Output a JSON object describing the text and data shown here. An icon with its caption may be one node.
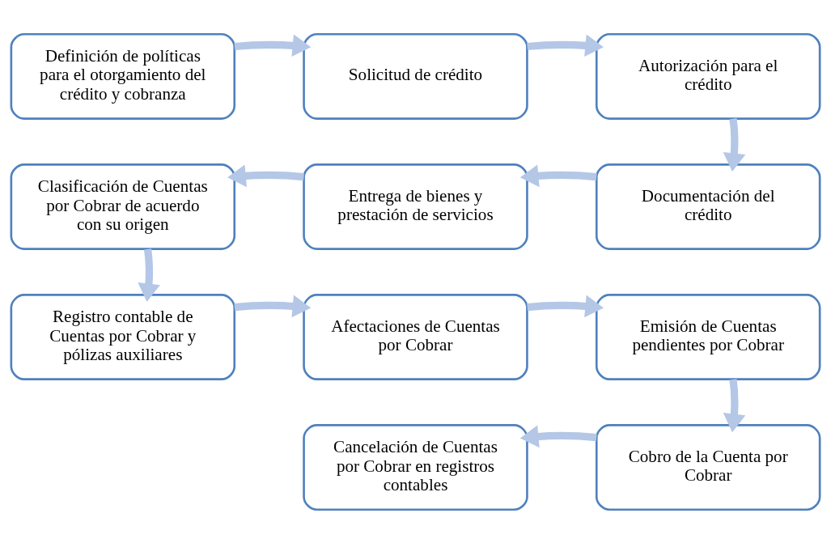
{
  "diagram": {
    "nodes": [
      {
        "text": [
          "Definición de políticas para el otorgamiento del crédito y cobranza"
        ]
      },
      {
        "text": [
          "Solicitud de crédito"
        ]
      },
      {
        "text": [
          "Autorización para el crédito"
        ]
      },
      {
        "text": [
          "Clasificación de Cuentas por Cobrar de acuerdo con su origen"
        ]
      },
      {
        "text": [
          "Entrega de bienes y prestación de servicios"
        ]
      },
      {
        "text": [
          "Documentación del crédito"
        ]
      },
      {
        "text": [
          "Registro contable de Cuentas por Cobrar y pólizas auxiliares"
        ]
      },
      {
        "text": [
          "Afectaciones de Cuentas por Cobrar"
        ]
      },
      {
        "text": [
          "Emisión de Cuentas pendientes por Cobrar"
        ]
      },
      {
        "text": [
          "Cancelación de Cuentas por Cobrar en registros contables"
        ]
      },
      {
        "text": [
          "Cobro de la Cuenta por Cobrar"
        ]
      }
    ],
    "edges": [
      {
        "from": 0,
        "to": 1,
        "arrow": "to"
      },
      {
        "from": 1,
        "to": 2,
        "arrow": "to"
      },
      {
        "from": 2,
        "to": 5,
        "arrow": "to"
      },
      {
        "from": 5,
        "to": 4,
        "arrow": "to"
      },
      {
        "from": 4,
        "to": 3,
        "arrow": "to"
      },
      {
        "from": 3,
        "to": 6,
        "arrow": "to"
      },
      {
        "from": 6,
        "to": 7,
        "arrow": "to"
      },
      {
        "from": 7,
        "to": 8,
        "arrow": "to"
      },
      {
        "from": 8,
        "to": 10,
        "arrow": "to"
      },
      {
        "from": 10,
        "to": 9,
        "arrow": "to"
      }
    ]
  }
}
